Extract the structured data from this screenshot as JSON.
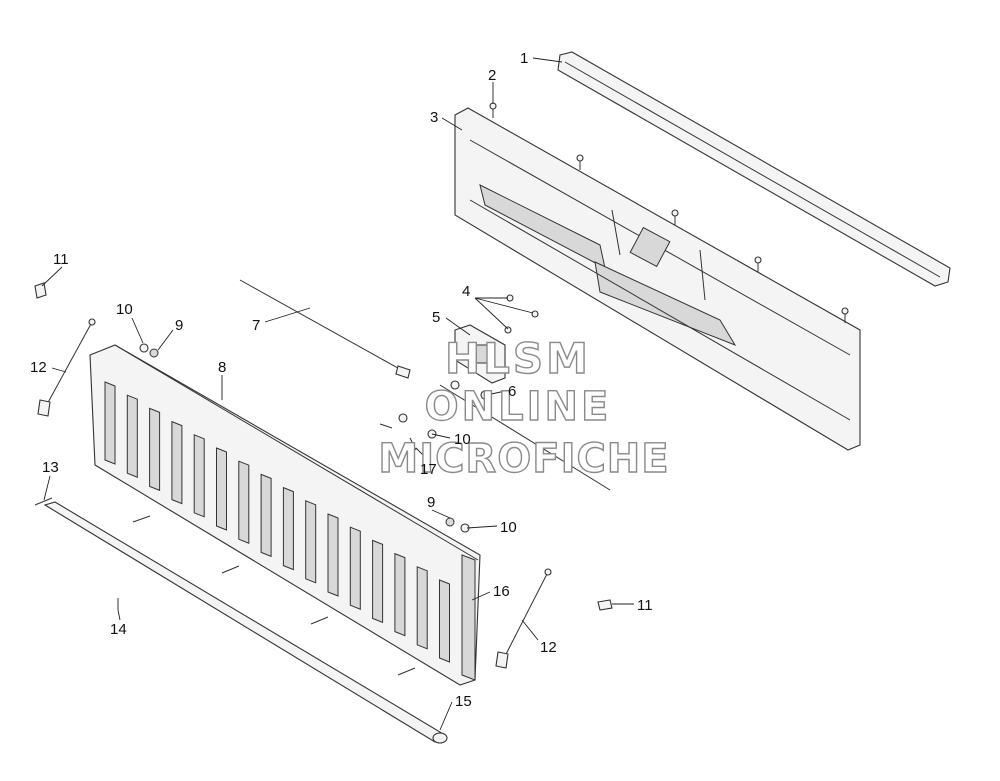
{
  "callouts": {
    "c1": "1",
    "c2": "2",
    "c3": "3",
    "c4": "4",
    "c5": "5",
    "c6": "6",
    "c7": "7",
    "c8": "8",
    "c9a": "9",
    "c9b": "9",
    "c10a": "10",
    "c10b": "10",
    "c10c": "10",
    "c11a": "11",
    "c11b": "11",
    "c12a": "12",
    "c12b": "12",
    "c13": "13",
    "c14": "14",
    "c15": "15",
    "c16": "16",
    "c17": "17"
  },
  "watermark": {
    "line1": "HLSM",
    "line2": "ONLINE",
    "line3": "MICROFICHE"
  }
}
